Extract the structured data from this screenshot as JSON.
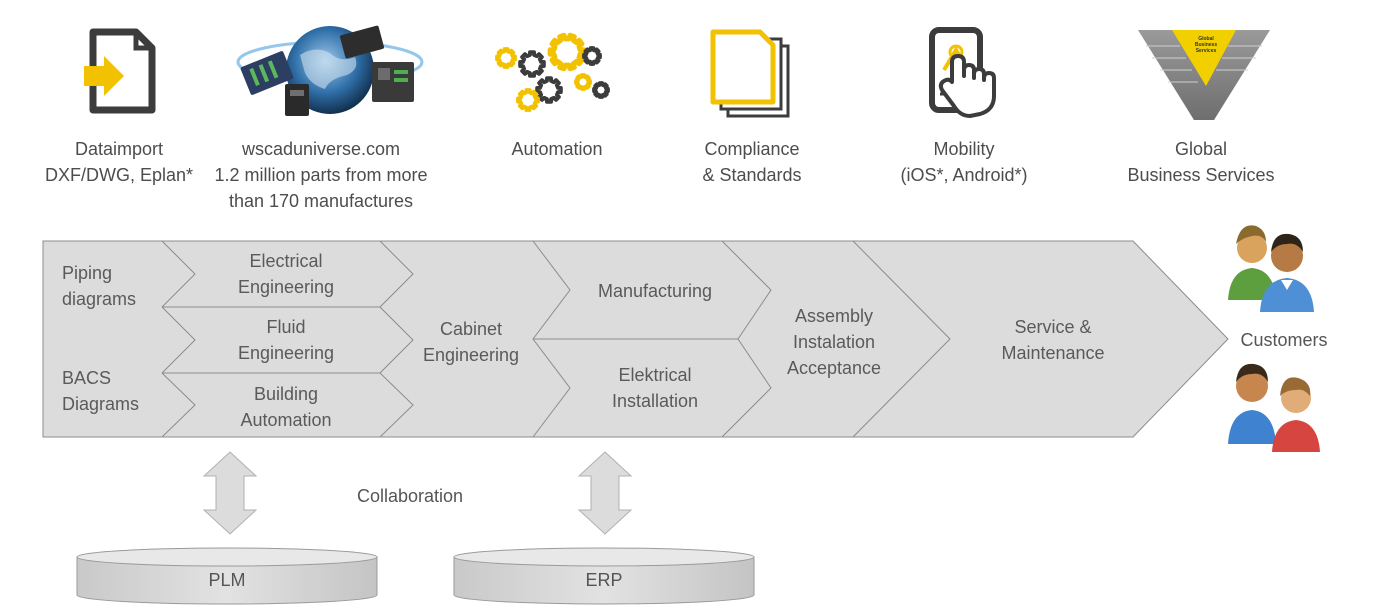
{
  "top_items": [
    {
      "icon": "document-import-icon",
      "lines": [
        "Dataimport",
        "DXF/DWG, Eplan*"
      ]
    },
    {
      "icon": "globe-devices-icon",
      "lines": [
        "wscaduniverse.com",
        "1.2 million parts from more",
        "than 170 manufactures"
      ]
    },
    {
      "icon": "gears-icon",
      "lines": [
        "Automation"
      ]
    },
    {
      "icon": "stacked-documents-icon",
      "lines": [
        "Compliance",
        "& Standards"
      ]
    },
    {
      "icon": "phone-touch-icon",
      "lines": [
        "Mobility",
        "(iOS*, Android*)"
      ]
    },
    {
      "icon": "global-business-services-funnel-icon",
      "lines": [
        "Global",
        "Business Services"
      ],
      "funnel_label": [
        "Global",
        "Business",
        "Services"
      ]
    }
  ],
  "process": {
    "piping": [
      "Piping",
      "diagrams"
    ],
    "bacs": [
      "BACS",
      "Diagrams"
    ],
    "electrical": [
      "Electrical",
      "Engineering"
    ],
    "fluid": [
      "Fluid",
      "Engineering"
    ],
    "building": [
      "Building",
      "Automation"
    ],
    "cabinet": [
      "Cabinet",
      "Engineering"
    ],
    "manufacturing": [
      "Manufacturing"
    ],
    "elektrical_installation": [
      "Elektrical",
      "Installation"
    ],
    "assembly": [
      "Assembly",
      "Instalation",
      "Acceptance"
    ],
    "service": [
      "Service &",
      "Maintenance"
    ]
  },
  "customers_label": "Customers",
  "collaboration_label": "Collaboration",
  "systems": {
    "plm": "PLM",
    "erp": "ERP"
  },
  "colors": {
    "accent": "#f2c200",
    "box_fill": "#dcdcdc",
    "box_stroke": "#8c8c8c",
    "icon_dark": "#3c3c3c"
  }
}
